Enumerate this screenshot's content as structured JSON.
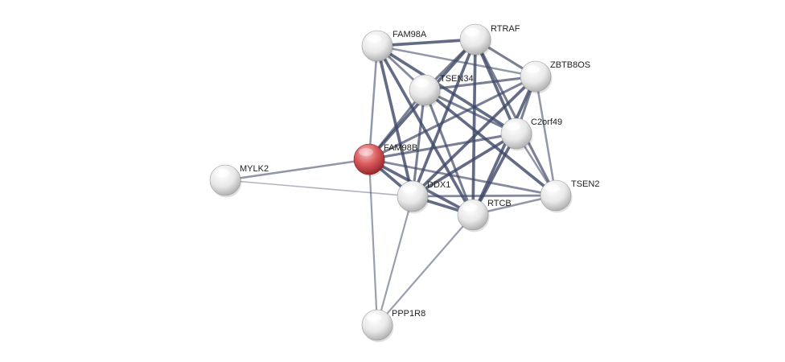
{
  "network": {
    "nodes": [
      {
        "id": "FAM98A",
        "label": "FAM98A",
        "query": false
      },
      {
        "id": "RTRAF",
        "label": "RTRAF",
        "query": false
      },
      {
        "id": "ZBTB8OS",
        "label": "ZBTB8OS",
        "query": false
      },
      {
        "id": "TSEN34",
        "label": "TSEN34",
        "query": false
      },
      {
        "id": "C2orf49",
        "label": "C2orf49",
        "query": false
      },
      {
        "id": "FAM98B",
        "label": "FAM98B",
        "query": true
      },
      {
        "id": "MYLK2",
        "label": "MYLK2",
        "query": false
      },
      {
        "id": "DDX1",
        "label": "DDX1",
        "query": false
      },
      {
        "id": "RTCB",
        "label": "RTCB",
        "query": false
      },
      {
        "id": "TSEN2",
        "label": "TSEN2",
        "query": false
      },
      {
        "id": "PPP1R8",
        "label": "PPP1R8",
        "query": false
      }
    ],
    "edges": [
      {
        "source": "FAM98A",
        "target": "RTRAF",
        "strength": 0.9
      },
      {
        "source": "FAM98A",
        "target": "ZBTB8OS",
        "strength": 0.5
      },
      {
        "source": "FAM98A",
        "target": "TSEN34",
        "strength": 0.6
      },
      {
        "source": "FAM98A",
        "target": "C2orf49",
        "strength": 0.9
      },
      {
        "source": "FAM98A",
        "target": "FAM98B",
        "strength": 0.5
      },
      {
        "source": "FAM98A",
        "target": "DDX1",
        "strength": 0.9
      },
      {
        "source": "FAM98A",
        "target": "RTCB",
        "strength": 0.9
      },
      {
        "source": "RTRAF",
        "target": "ZBTB8OS",
        "strength": 0.7
      },
      {
        "source": "RTRAF",
        "target": "TSEN34",
        "strength": 0.7
      },
      {
        "source": "RTRAF",
        "target": "C2orf49",
        "strength": 0.9
      },
      {
        "source": "RTRAF",
        "target": "FAM98B",
        "strength": 0.9
      },
      {
        "source": "RTRAF",
        "target": "DDX1",
        "strength": 0.9
      },
      {
        "source": "RTRAF",
        "target": "RTCB",
        "strength": 0.9
      },
      {
        "source": "RTRAF",
        "target": "TSEN2",
        "strength": 0.7
      },
      {
        "source": "ZBTB8OS",
        "target": "TSEN34",
        "strength": 0.7
      },
      {
        "source": "ZBTB8OS",
        "target": "C2orf49",
        "strength": 0.7
      },
      {
        "source": "ZBTB8OS",
        "target": "FAM98B",
        "strength": 0.7
      },
      {
        "source": "ZBTB8OS",
        "target": "DDX1",
        "strength": 0.9
      },
      {
        "source": "ZBTB8OS",
        "target": "RTCB",
        "strength": 0.9
      },
      {
        "source": "ZBTB8OS",
        "target": "TSEN2",
        "strength": 0.5
      },
      {
        "source": "TSEN34",
        "target": "C2orf49",
        "strength": 0.7
      },
      {
        "source": "TSEN34",
        "target": "FAM98B",
        "strength": 0.7
      },
      {
        "source": "TSEN34",
        "target": "DDX1",
        "strength": 0.7
      },
      {
        "source": "TSEN34",
        "target": "RTCB",
        "strength": 0.7
      },
      {
        "source": "TSEN34",
        "target": "TSEN2",
        "strength": 0.9
      },
      {
        "source": "C2orf49",
        "target": "FAM98B",
        "strength": 0.7
      },
      {
        "source": "C2orf49",
        "target": "DDX1",
        "strength": 0.9
      },
      {
        "source": "C2orf49",
        "target": "RTCB",
        "strength": 0.9
      },
      {
        "source": "C2orf49",
        "target": "TSEN2",
        "strength": 0.5
      },
      {
        "source": "FAM98B",
        "target": "DDX1",
        "strength": 0.9
      },
      {
        "source": "FAM98B",
        "target": "RTCB",
        "strength": 0.9
      },
      {
        "source": "FAM98B",
        "target": "MYLK2",
        "strength": 0.5
      },
      {
        "source": "FAM98B",
        "target": "PPP1R8",
        "strength": 0.4
      },
      {
        "source": "FAM98B",
        "target": "TSEN2",
        "strength": 0.6
      },
      {
        "source": "MYLK2",
        "target": "DDX1",
        "strength": 0.2
      },
      {
        "source": "DDX1",
        "target": "RTCB",
        "strength": 0.9
      },
      {
        "source": "DDX1",
        "target": "TSEN2",
        "strength": 0.6
      },
      {
        "source": "DDX1",
        "target": "PPP1R8",
        "strength": 0.4
      },
      {
        "source": "RTCB",
        "target": "TSEN2",
        "strength": 0.5
      },
      {
        "source": "RTCB",
        "target": "PPP1R8",
        "strength": 0.4
      }
    ],
    "colors": {
      "edge": "#3d4766",
      "node_default": "#ececec",
      "node_query": "#d9595c",
      "label": "#222222"
    }
  }
}
